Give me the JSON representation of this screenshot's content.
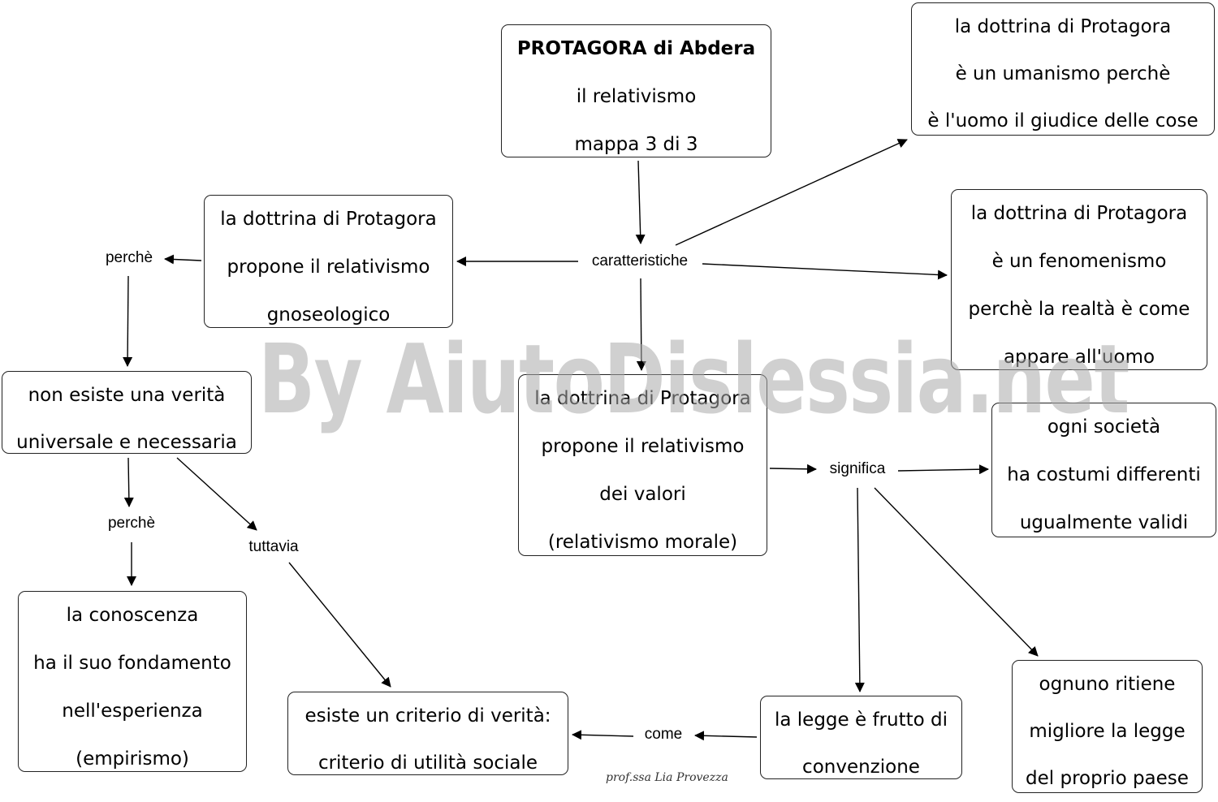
{
  "nodes": {
    "title": {
      "name": "PROTAGORA di Abdera",
      "line2": "il relativismo",
      "line3": "mappa 3 di 3"
    },
    "umanismo": [
      "la dottrina di Protagora",
      "è un umanismo perchè",
      "è l'uomo il giudice delle cose"
    ],
    "gnoseologico": [
      "la dottrina di Protagora",
      "propone il relativismo",
      "gnoseologico"
    ],
    "fenomenismo": [
      "la dottrina di Protagora",
      "è un fenomenismo",
      "perchè la realtà è come",
      "appare all'uomo"
    ],
    "verita": [
      "non esiste una verità",
      "universale e necessaria"
    ],
    "valori": [
      "la dottrina di Protagora",
      "propone il relativismo",
      "dei valori",
      "(relativismo morale)"
    ],
    "costumi": [
      "ogni società",
      "ha costumi differenti",
      "ugualmente validi"
    ],
    "conoscenza": [
      "la conoscenza",
      "ha il suo fondamento",
      "nell'esperienza",
      "(empirismo)"
    ],
    "criterio": [
      "esiste un criterio di verità:",
      "criterio di utilità sociale"
    ],
    "legge": [
      "la legge è frutto di",
      "convenzione"
    ],
    "paese": [
      "ognuno ritiene",
      "migliore la legge",
      "del proprio paese"
    ]
  },
  "links": {
    "caratteristiche": "caratteristiche",
    "perche1": "perchè",
    "perche2": "perchè",
    "tuttavia": "tuttavia",
    "significa": "significa",
    "come": "come"
  },
  "watermark": "By AiutoDislessia.net",
  "author": "prof.ssa Lia Provezza",
  "colors": {
    "line": "#000000",
    "border": "#222222",
    "watermark": "#aaaaaa"
  }
}
